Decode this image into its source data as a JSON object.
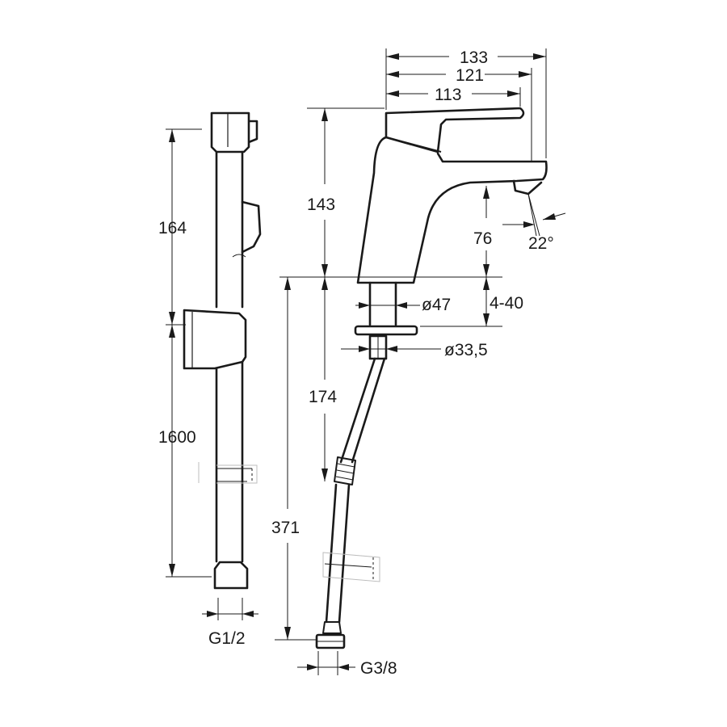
{
  "drawing": {
    "dimensions": {
      "total_length": "133",
      "spout_reach": "121",
      "lever_length": "113",
      "tap_height": "143",
      "spout_height": "76",
      "spray_angle": "22°",
      "base_diameter": "ø47",
      "deck_thickness": "4-40",
      "shank_diameter": "ø33,5",
      "shank_length": "174",
      "hose_length": "371",
      "hose_connector": "G3/8",
      "rail_top": "164",
      "rail_length": "1600",
      "rail_connector": "G1/2"
    }
  }
}
